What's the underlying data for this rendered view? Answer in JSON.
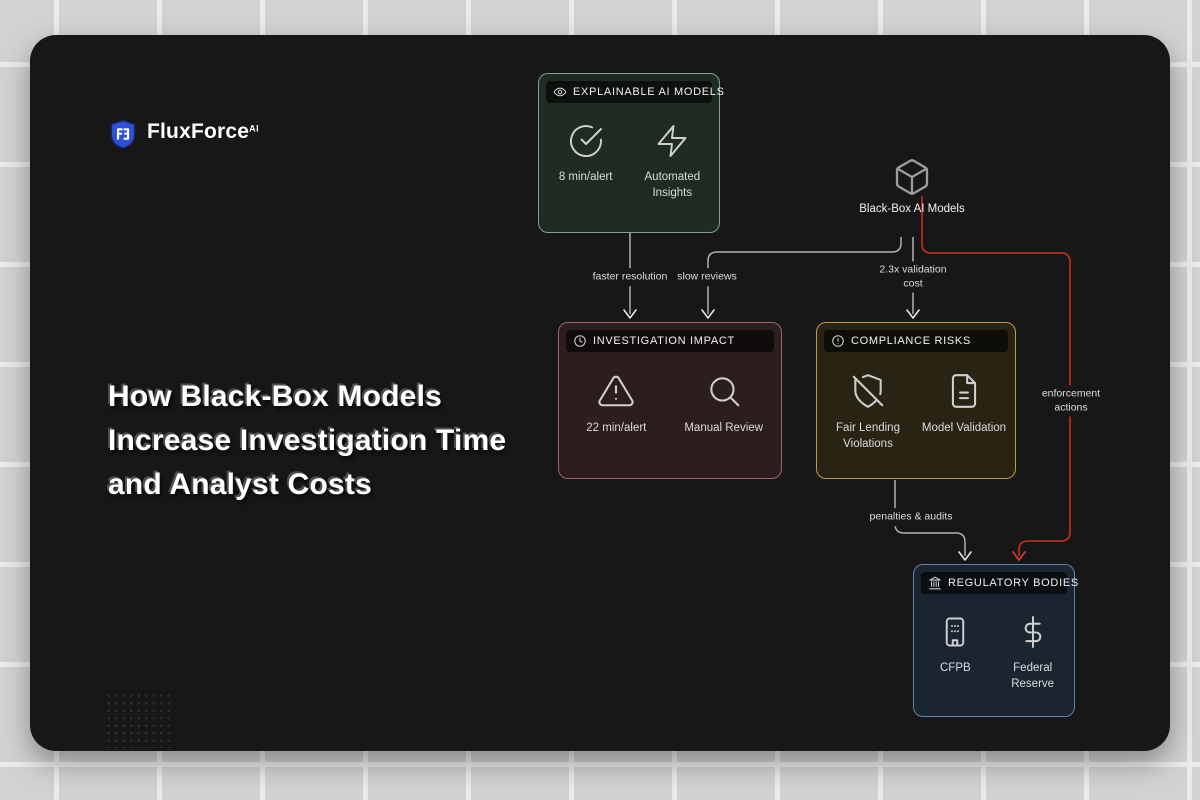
{
  "brand": {
    "name": "FluxForce",
    "suffix": "AI",
    "logo_icon": "shield-logo-icon",
    "logo_color": "#2e4fd7"
  },
  "title_lines": [
    "How Black-Box Models",
    "Increase Investigation Time",
    "and Analyst Costs"
  ],
  "colors": {
    "panel_bg": "#171717",
    "canvas_bg": "#d2d2d2",
    "explainable_accent": "#7ca287",
    "investigation_accent": "#a06464",
    "compliance_accent": "#bb9a4c",
    "regulatory_accent": "#5f80a8",
    "wire_gray": "#b0b0b0",
    "wire_red": "#b92b20"
  },
  "nodes": {
    "explainable": {
      "header": "EXPLAINABLE AI MODELS",
      "header_icon": "eye-icon",
      "items": [
        {
          "icon": "check-circle-icon",
          "label": "8 min/alert"
        },
        {
          "icon": "zap-icon",
          "label": "Automated Insights"
        }
      ]
    },
    "blackbox": {
      "icon": "cube-icon",
      "label": "Black-Box AI Models"
    },
    "investigation": {
      "header": "INVESTIGATION IMPACT",
      "header_icon": "clock-icon",
      "items": [
        {
          "icon": "alert-triangle-icon",
          "label": "22 min/alert"
        },
        {
          "icon": "search-icon",
          "label": "Manual Review"
        }
      ]
    },
    "compliance": {
      "header": "COMPLIANCE RISKS",
      "header_icon": "alert-circle-icon",
      "items": [
        {
          "icon": "shield-off-icon",
          "label": "Fair Lending Violations"
        },
        {
          "icon": "file-text-icon",
          "label": "Model Validation"
        }
      ]
    },
    "regulatory": {
      "header": "REGULATORY BODIES",
      "header_icon": "landmark-icon",
      "items": [
        {
          "icon": "building-icon",
          "label": "CFPB"
        },
        {
          "icon": "dollar-sign-icon",
          "label": "Federal Reserve"
        }
      ]
    }
  },
  "edges": {
    "faster_resolution": {
      "label": "faster resolution"
    },
    "slow_reviews": {
      "label": "slow reviews"
    },
    "validation_cost": {
      "label": "2.3x validation cost"
    },
    "enforcement_actions": {
      "label": "enforcement actions"
    },
    "penalties_audits": {
      "label": "penalties & audits"
    }
  }
}
